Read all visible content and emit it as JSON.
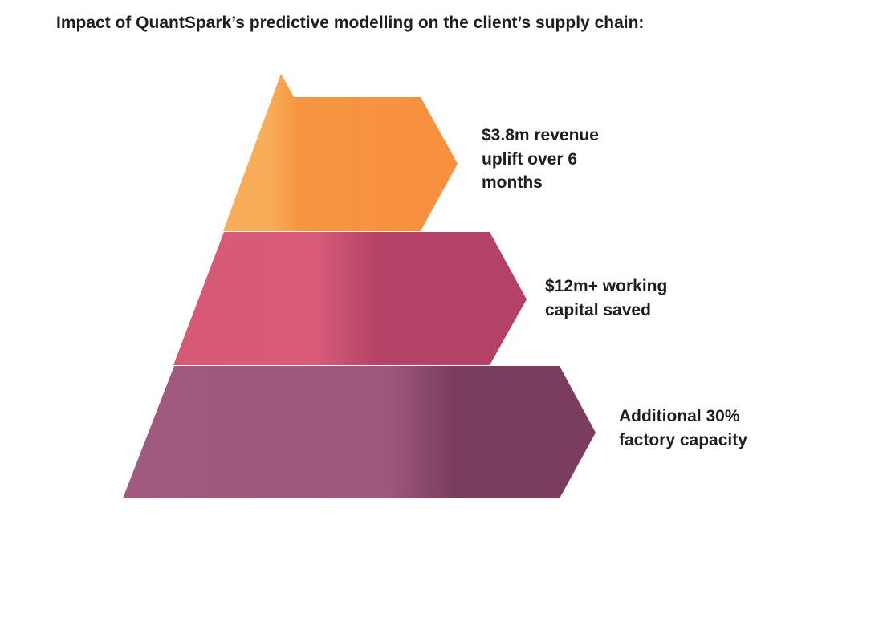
{
  "page": {
    "title": "Impact of QuantSpark’s predictive modelling on the client’s supply chain:"
  },
  "tiers": [
    {
      "label": "$3.8m revenue uplift over 6 months",
      "colors": {
        "light": "#f8ae58",
        "main": "#f79541",
        "dark": "#f8903e"
      }
    },
    {
      "label": "$12m+ working capital saved",
      "colors": {
        "light": "#d65a78",
        "main": "#d85c7a",
        "dark": "#b44166"
      }
    },
    {
      "label": "Additional 30% factory capacity",
      "colors": {
        "light": "#a05a7f",
        "main": "#9e587c",
        "dark": "#7a3d60"
      }
    }
  ]
}
